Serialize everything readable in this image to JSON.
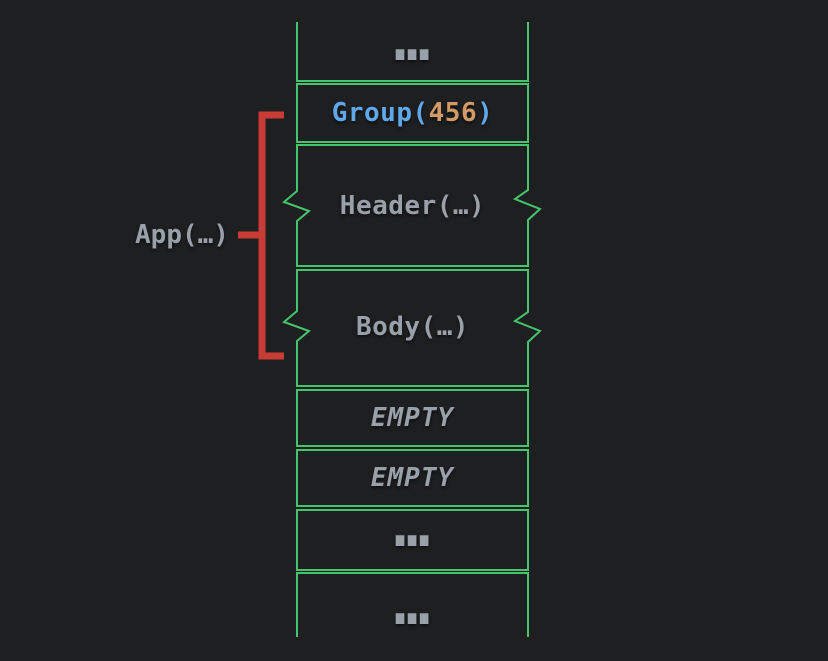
{
  "diagram_title": "memory-cell-column",
  "colors": {
    "background": "#1e1f21",
    "cell_border_green": "#46c46d",
    "bracket_red": "#c93b35",
    "label_gray": "#9aa0aa",
    "group_name_blue": "#61a8e8",
    "group_value_orange": "#d19a66"
  },
  "bracket": {
    "label": "App(…)"
  },
  "cells": [
    {
      "label": "…"
    },
    {
      "parts": {
        "name": "Group(",
        "value": "456",
        "close": ")"
      }
    },
    {
      "label": "Header(…)"
    },
    {
      "label": "Body(…)"
    },
    {
      "label": "EMPTY"
    },
    {
      "label": "EMPTY"
    },
    {
      "label": "…"
    },
    {
      "label": "…"
    }
  ]
}
